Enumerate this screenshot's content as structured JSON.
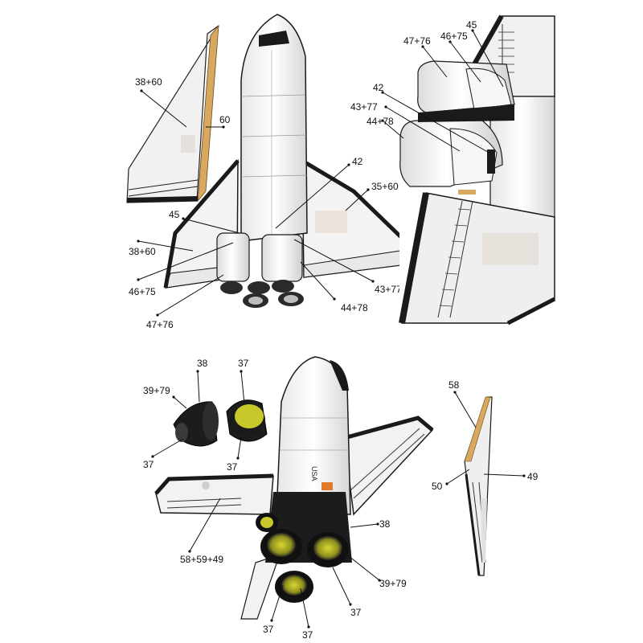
{
  "top_left_labels": {
    "tail_a": "38+60",
    "tail_b": "60",
    "l42": "42",
    "l35_60": "35+60",
    "l45": "45",
    "l38_60": "38+60",
    "l46_75": "46+75",
    "l47_76": "47+76",
    "l43_77": "43+77",
    "l44_78": "44+78"
  },
  "top_right_labels": {
    "l45": "45",
    "l47_76": "47+76",
    "l46_75": "46+75",
    "l42": "42",
    "l43_77": "43+77",
    "l44_78": "44+78"
  },
  "bottom_labels": {
    "l38_top": "38",
    "l37_top": "37",
    "l39_79_left": "39+79",
    "l37_left": "37",
    "l37_mid": "37",
    "l58_59_49": "58+59+49",
    "l38_right": "38",
    "l39_79_right": "39+79",
    "l37_b1": "37",
    "l37_b2": "37",
    "l37_b3": "37"
  },
  "fin_labels": {
    "l58": "58",
    "l50": "50",
    "l49": "49"
  },
  "colors": {
    "tile_white": "#f2f2f2",
    "tile_grey": "#d9d9d9",
    "black": "#141414",
    "tan": "#d8a760",
    "orange": "#e07a2a",
    "nozzle": "#c8c82a"
  }
}
